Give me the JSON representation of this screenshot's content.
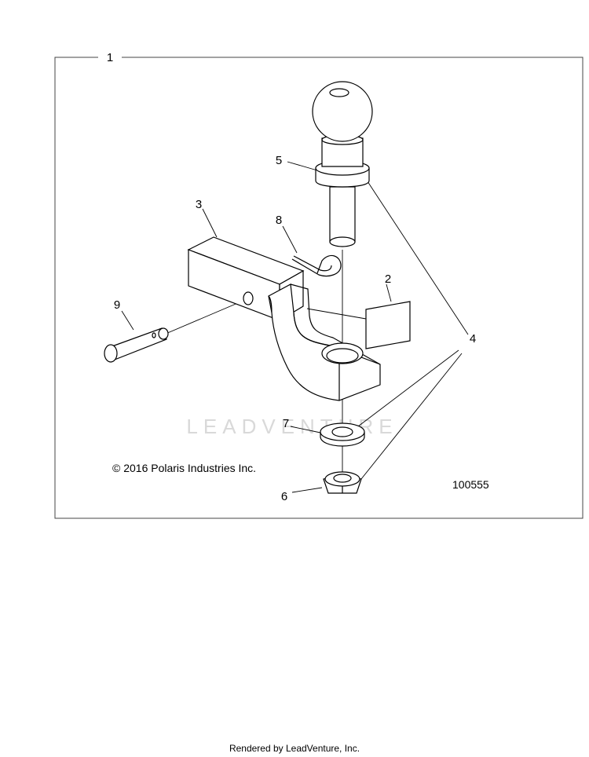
{
  "diagram": {
    "assembly_callout": "1",
    "callouts": {
      "c2": "2",
      "c3": "3",
      "c4": "4",
      "c5": "5",
      "c6": "6",
      "c7": "7",
      "c8": "8",
      "c9": "9"
    },
    "copyright": "© 2016 Polaris Industries Inc.",
    "figure_number": "100555",
    "watermark": "LEADVENTURE"
  },
  "footer": {
    "rendered_by": "Rendered by LeadVenture, Inc."
  }
}
